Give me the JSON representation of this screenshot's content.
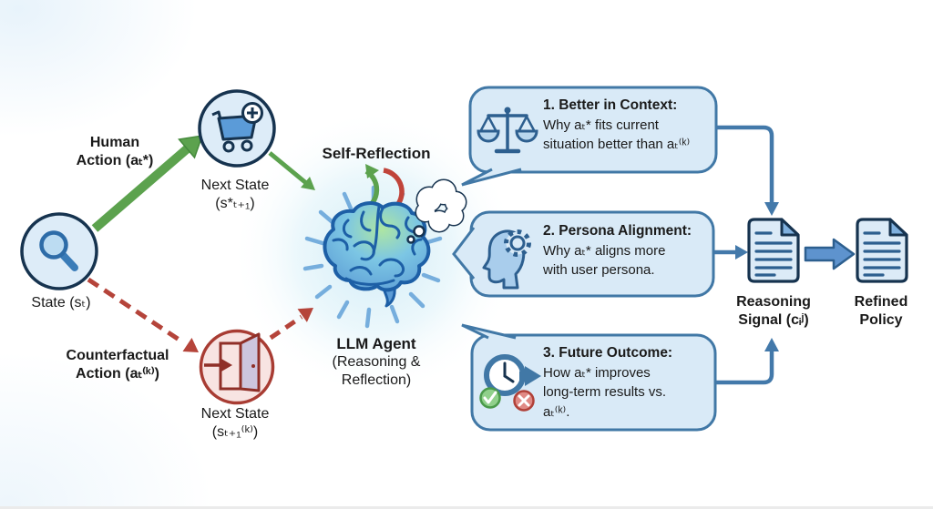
{
  "diagram": {
    "left": {
      "state_label": "State (sₜ)",
      "human_action_1": "Human",
      "human_action_2": "Action (aₜ*)",
      "next_state_good_1": "Next State",
      "next_state_good_2": "(s*ₜ₊₁)",
      "counterfactual_1": "Counterfactual",
      "counterfactual_2": "Action (aₜ⁽ᵏ⁾)",
      "next_state_cf_1": "Next State",
      "next_state_cf_2": "(sₜ₊₁⁽ᵏ⁾)"
    },
    "agent": {
      "self_reflection": "Self-Reflection",
      "llm_agent_1": "LLM Agent",
      "llm_agent_2": "(Reasoning &",
      "llm_agent_3": "Reflection)"
    },
    "callouts": [
      {
        "icon": "scales-icon",
        "title": "1. Better in Context:",
        "line1": "Why aₜ* fits current",
        "line2": "situation better than aₜ⁽ᵏ⁾"
      },
      {
        "icon": "head-gear-icon",
        "title": "2. Persona Alignment:",
        "line1": "Why aₜ* aligns more",
        "line2": "with user persona."
      },
      {
        "icon": "clock-arrow-icon",
        "title": "3. Future Outcome:",
        "line1": "How aₜ* improves",
        "line2": "long-term results vs.",
        "line3": "aₜ⁽ᵏ⁾."
      }
    ],
    "outputs": {
      "reasoning_signal_1": "Reasoning",
      "reasoning_signal_2": "Signal (cᵢʲ)",
      "refined_policy_1": "Refined",
      "refined_policy_2": "Policy"
    },
    "colors": {
      "navy_outline": "#16334f",
      "steel_border": "#4178a6",
      "bubble_fill": "#d9eaf7",
      "circle_fill": "#ddecf8",
      "door_circle_fill": "#f8e4e2",
      "door_red": "#a83c33",
      "green_arrow": "#5ca24e",
      "red_arrow": "#b5443a",
      "connector_blue": "#4379aa",
      "doc_fill": "#dcebf7",
      "doc_fold": "#7fb0de",
      "doc_lines": "#2d5f8f",
      "brain_blue": "#5b9bd5",
      "brain_green": "#aee6a2",
      "glow": "#cdeaf6"
    }
  }
}
